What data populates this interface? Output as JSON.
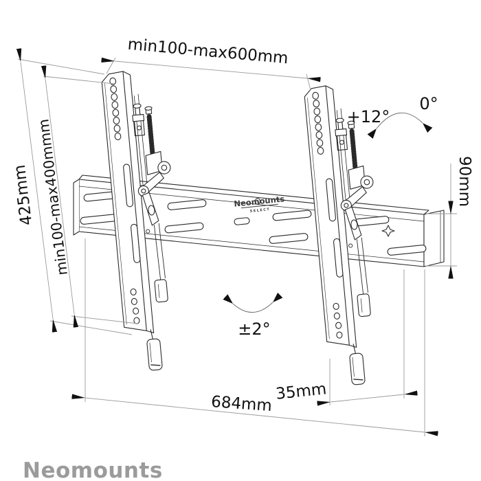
{
  "dimensions": {
    "top_span": "min100-max600mm",
    "bracket_height": "425mm",
    "mounting_height_range": "min100-max400mmm",
    "rail_height": "90mm",
    "total_width": "684mm",
    "side_offset": "35mm"
  },
  "angles": {
    "tilt_max": "+12°",
    "tilt_zero": "0°",
    "level_adjust": "±2°"
  },
  "branding": {
    "plate_logo": "Neomounts",
    "plate_series": "SELECT",
    "footer_logo": "Neomounts"
  },
  "colors": {
    "drawing_line": "#2a2a2a",
    "dimension_line": "#9a9a9a",
    "text": "#111111",
    "footer_logo_gray": "#9b9b9b",
    "background": "#ffffff"
  }
}
